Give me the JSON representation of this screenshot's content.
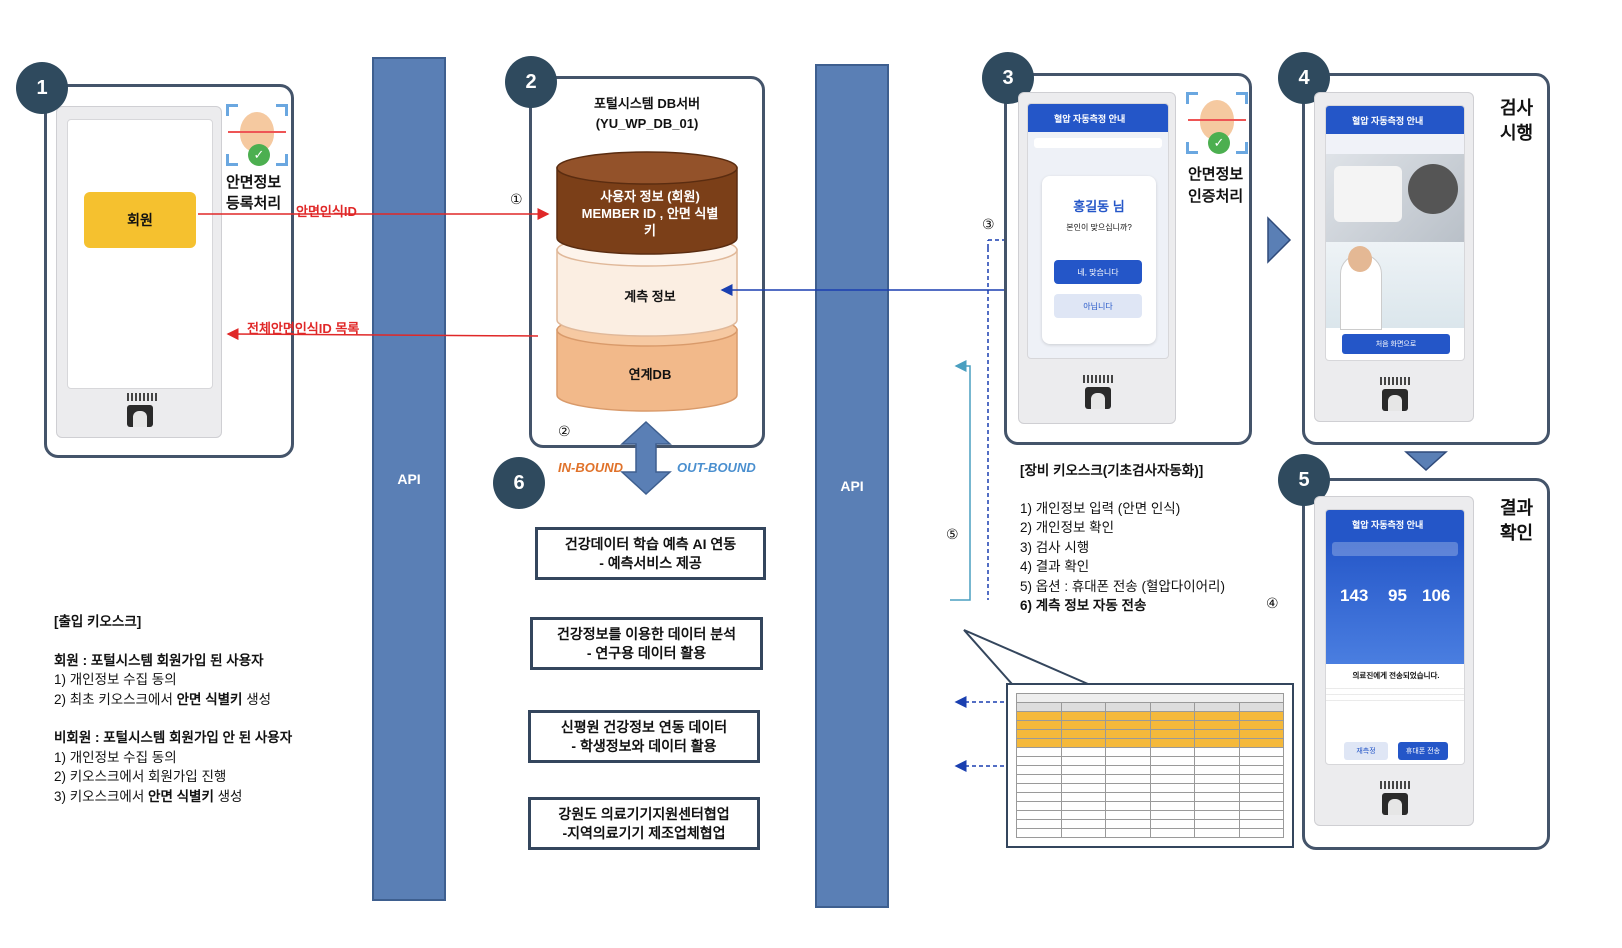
{
  "badges": [
    "1",
    "2",
    "3",
    "4",
    "5",
    "6"
  ],
  "api_label": "API",
  "kiosk1": {
    "member_button": "회원",
    "face_label_line1": "안면정보",
    "face_label_line2": "등록처리",
    "arrow_label": "안면인식ID",
    "return_label": "전체안면인식ID 목록"
  },
  "db_server": {
    "title_line1": "포털시스템 DB서버",
    "title_line2": "(YU_WP_DB_01)",
    "user_info_line1": "사용자 정보 (회원)",
    "user_info_line2": "MEMBER ID , 안면 식별",
    "user_info_line3": "키",
    "measure_info": "계측 정보",
    "link_db": "연계DB",
    "marker_in": "①",
    "marker_bottom": "②"
  },
  "bound": {
    "in": "IN-BOUND",
    "out": "OUT-BOUND"
  },
  "services": [
    {
      "line1": "건강데이터 학습 예측 AI 연동",
      "line2": "- 예측서비스 제공"
    },
    {
      "line1": "건강정보를 이용한 데이터 분석",
      "line2": "- 연구용 데이터 활용"
    },
    {
      "line1": "신평원 건강정보 연동 데이터",
      "line2": "- 학생정보와 데이터 활용"
    },
    {
      "line1": "강원도 의료기기지원센터협업",
      "line2": "-지역의료기기 제조업체협업"
    }
  ],
  "entry_kiosk": {
    "title": "[출입 키오스크]",
    "member_head": "회원 : 포털시스템 회원가입 된 사용자",
    "member_items": [
      "1) 개인정보 수집 동의",
      "2) 최초 키오스크에서 ",
      "안면 식별키",
      " 생성"
    ],
    "nonmember_head": "비회원 : 포털시스템 회원가입 안 된 사용자",
    "nonmember_items": [
      "1) 개인정보 수집 동의",
      "2) 키오스크에서 회원가입 진행",
      "3) 키오스크에서 ",
      "안면 식별키",
      " 생성"
    ]
  },
  "kiosk3": {
    "header": "혈압 자동측정 안내",
    "name": "홍길동 님",
    "question": "본인이 맞으십니까?",
    "yes": "네, 맞습니다",
    "no": "아닙니다",
    "face_label_line1": "안면정보",
    "face_label_line2": "인증처리",
    "marker": "③"
  },
  "kiosk4": {
    "header": "혈압 자동측정 안내",
    "button": "처음 화면으로",
    "title_line1": "검사",
    "title_line2": "시행"
  },
  "kiosk5": {
    "header": "혈압 자동측정 안내",
    "sys": "143",
    "dia": "95",
    "pulse": "106",
    "sent": "의료진에게 전송되었습니다.",
    "left_btn": "재측정",
    "right_btn": "휴대폰 전송",
    "title_line1": "결과",
    "title_line2": "확인"
  },
  "device_kiosk": {
    "title": "[장비 키오스크(기초검사자동화)]",
    "items": [
      "1) 개인정보 입력 (안면 인식)",
      "2) 개인정보 확인",
      "3) 검사 시행",
      "4) 결과 확인",
      "5) 옵션 : 휴대폰 전송 (혈압다이어리)",
      "6) 계측 정보 자동 전송"
    ],
    "marker4": "④",
    "marker5": "⑤"
  },
  "colors": {
    "panel_border": "#44546a",
    "badge": "#2f4a5e",
    "api": "#5a7fb5",
    "db_top": "#7b3f18",
    "db_mid": "#fbeee2",
    "db_bottom": "#f2b98a",
    "red_arrow": "#e02828",
    "blue_arrow": "#1a3fb0"
  }
}
